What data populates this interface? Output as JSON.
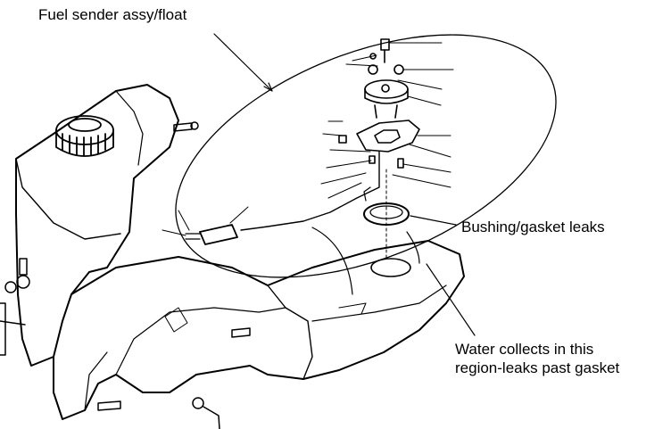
{
  "callouts": {
    "fuel_sender": "Fuel sender assy/float",
    "bushing_gasket": "Bushing/gasket leaks",
    "water_line1": "Water collects in this",
    "water_line2": "region-leaks past gasket"
  },
  "colors": {
    "ink": "#000000",
    "paper": "#ffffff"
  }
}
